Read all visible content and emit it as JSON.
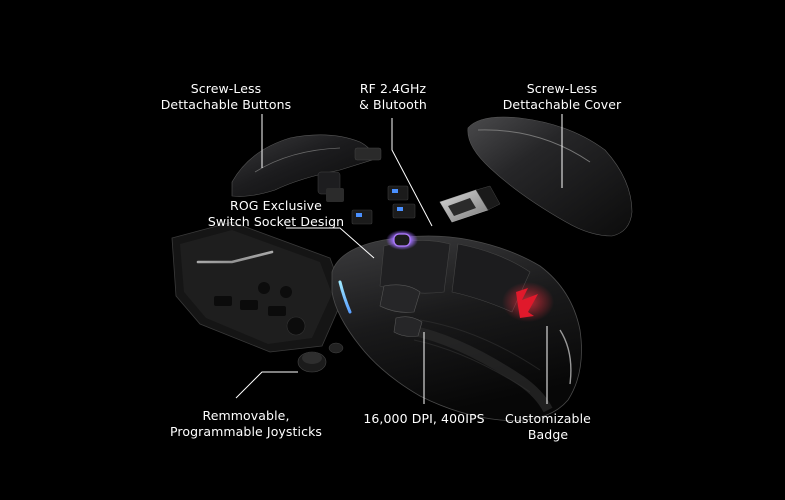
{
  "callouts": {
    "buttons": {
      "line1": "Screw-Less",
      "line2": "Dettachable Buttons"
    },
    "wireless": {
      "line1": "RF 2.4GHz",
      "line2": "& Blutooth"
    },
    "cover": {
      "line1": "Screw-Less",
      "line2": "Dettachable Cover"
    },
    "socket": {
      "line1": "ROG Exclusive",
      "line2": "Switch Socket Design"
    },
    "joysticks": {
      "line1": "Remmovable,",
      "line2": "Programmable Joysticks"
    },
    "dpi": {
      "line1": "16,000 DPI, 400IPS"
    },
    "badge": {
      "line1": "Customizable",
      "line2": "Badge"
    }
  },
  "colors": {
    "background": "#000000",
    "text": "#ffffff",
    "leader_line": "#ffffff",
    "rgb_accent": "#b07cff",
    "logo_red": "#e0192b"
  }
}
